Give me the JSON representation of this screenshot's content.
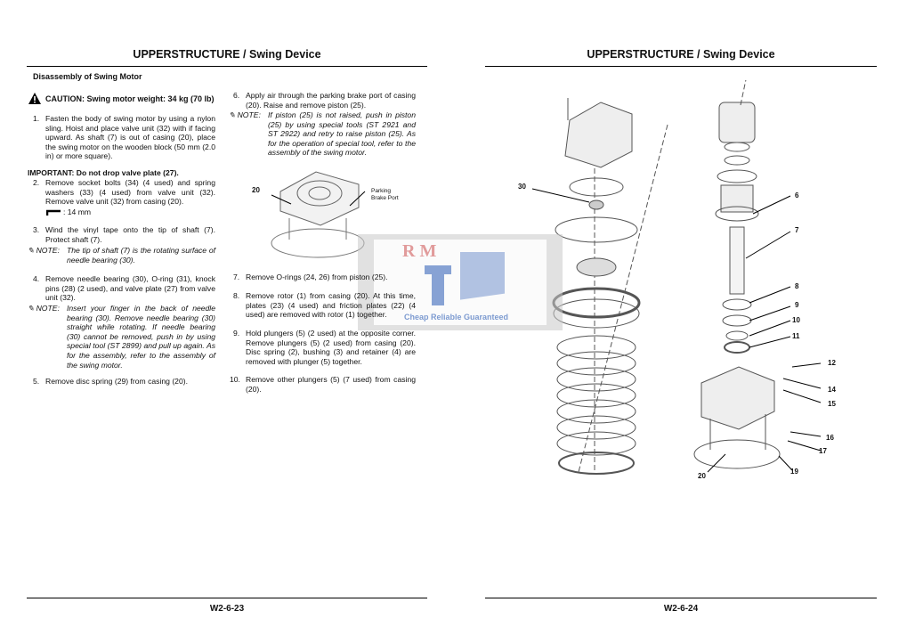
{
  "left_page": {
    "header": "UPPERSTRUCTURE / Swing Device",
    "section_title": "Disassembly of Swing Motor",
    "caution": "CAUTION:  Swing motor weight: 34 kg (70 lb)",
    "steps": [
      {
        "n": "1.",
        "text": "Fasten the body of swing motor by using a nylon sling. Hoist and place valve unit (32) with if facing upward. As shaft (7) is out of casing (20), place the swing motor on the wooden block (50 mm (2.0 in) or more square)."
      },
      {
        "n": "2.",
        "text": "Remove socket bolts (34) (4 used) and spring washers (33) (4 used) from valve unit (32). Remove valve unit (32) from casing (20)."
      },
      {
        "n": "3.",
        "text": "Wind the vinyl tape onto the tip of shaft (7). Protect shaft (7)."
      },
      {
        "n": "4.",
        "text": "Remove needle bearing (30), O-ring (31), knock pins (28) (2 used), and valve plate (27) from valve unit (32)."
      },
      {
        "n": "5.",
        "text": "Remove disc spring (29) from casing (20)."
      },
      {
        "n": "6.",
        "text": "Apply air through the parking brake port of casing (20). Raise and remove piston (25)."
      },
      {
        "n": "7.",
        "text": "Remove O-rings (24, 26) from piston (25)."
      },
      {
        "n": "8.",
        "text": "Remove rotor (1) from casing (20). At this time, plates (23) (4 used) and friction plates (22) (4 used) are removed with rotor (1) together."
      },
      {
        "n": "9.",
        "text": "Hold plungers (5) (2 used) at the opposite corner. Remove plungers (5) (2 used) from casing (20). Disc spring (2), bushing (3) and retainer (4) are removed with plunger (5) together."
      },
      {
        "n": "10.",
        "text": "Remove other plungers (5) (7 used) from casing (20)."
      }
    ],
    "important": "IMPORTANT:  Do not drop valve plate (27).",
    "wrench_size": ": 14 mm",
    "notes": [
      {
        "label": "NOTE:",
        "text": "The tip of shaft (7) is the rotating surface of needle bearing (30)."
      },
      {
        "label": "NOTE:",
        "text": "Insert your finger in the back of needle bearing (30). Remove needle bearing (30) straight while rotating. If needle bearing (30) cannot be removed, push in by using special tool (ST 2899) and pull up again. As for the assembly, refer to the assembly of the swing motor."
      },
      {
        "label": "NOTE:",
        "text": "If piston (25) is not raised, push in piston (25) by using special tools (ST 2921 and ST 2922) and retry to raise piston (25). As for the operation of special tool, refer to the assembly of the swing motor."
      }
    ],
    "figure": {
      "label_20": "20",
      "port_label_1": "Parking",
      "port_label_2": "Brake Port"
    },
    "page_number": "W2-6-23"
  },
  "right_page": {
    "header": "UPPERSTRUCTURE / Swing Device",
    "callouts": [
      "30",
      "6",
      "7",
      "8",
      "9",
      "10",
      "11",
      "12",
      "14",
      "15",
      "16",
      "17",
      "19",
      "20"
    ],
    "page_number": "W2-6-24"
  },
  "watermark": {
    "logo_text": "R M",
    "tagline": "Cheap Reliable Guaranteed",
    "color": "#2255aa"
  }
}
